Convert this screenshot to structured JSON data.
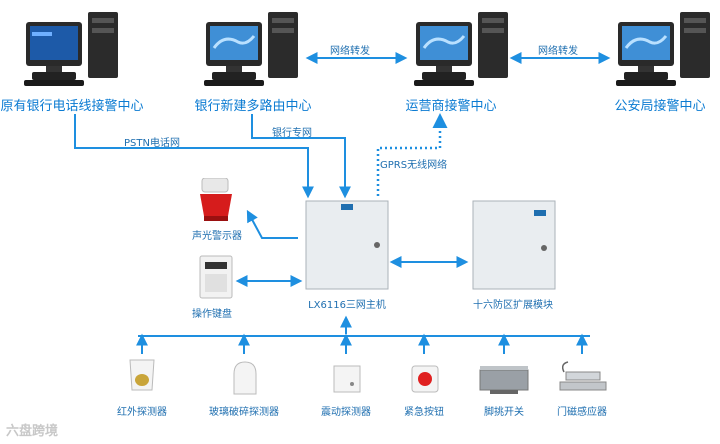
{
  "centers": {
    "bank_phone": "原有银行电话线接警中心",
    "bank_router": "银行新建多路由中心",
    "operator": "运营商接警中心",
    "police": "公安局接警中心"
  },
  "links": {
    "forward_1": "网络转发",
    "forward_2": "网络转发",
    "pstn": "PSTN电话网",
    "bank_line": "银行专网",
    "gprs": "GPRS无线网络"
  },
  "devices": {
    "siren": "声光警示器",
    "keypad": "操作键盘",
    "host": "LX6116三网主机",
    "expansion": "十六防区扩展模块"
  },
  "sensors": [
    "红外探测器",
    "玻璃破碎探测器",
    "震动探测器",
    "紧急按钮",
    "脚挑开关",
    "门磁感应器"
  ],
  "watermark": "六盘跨境"
}
